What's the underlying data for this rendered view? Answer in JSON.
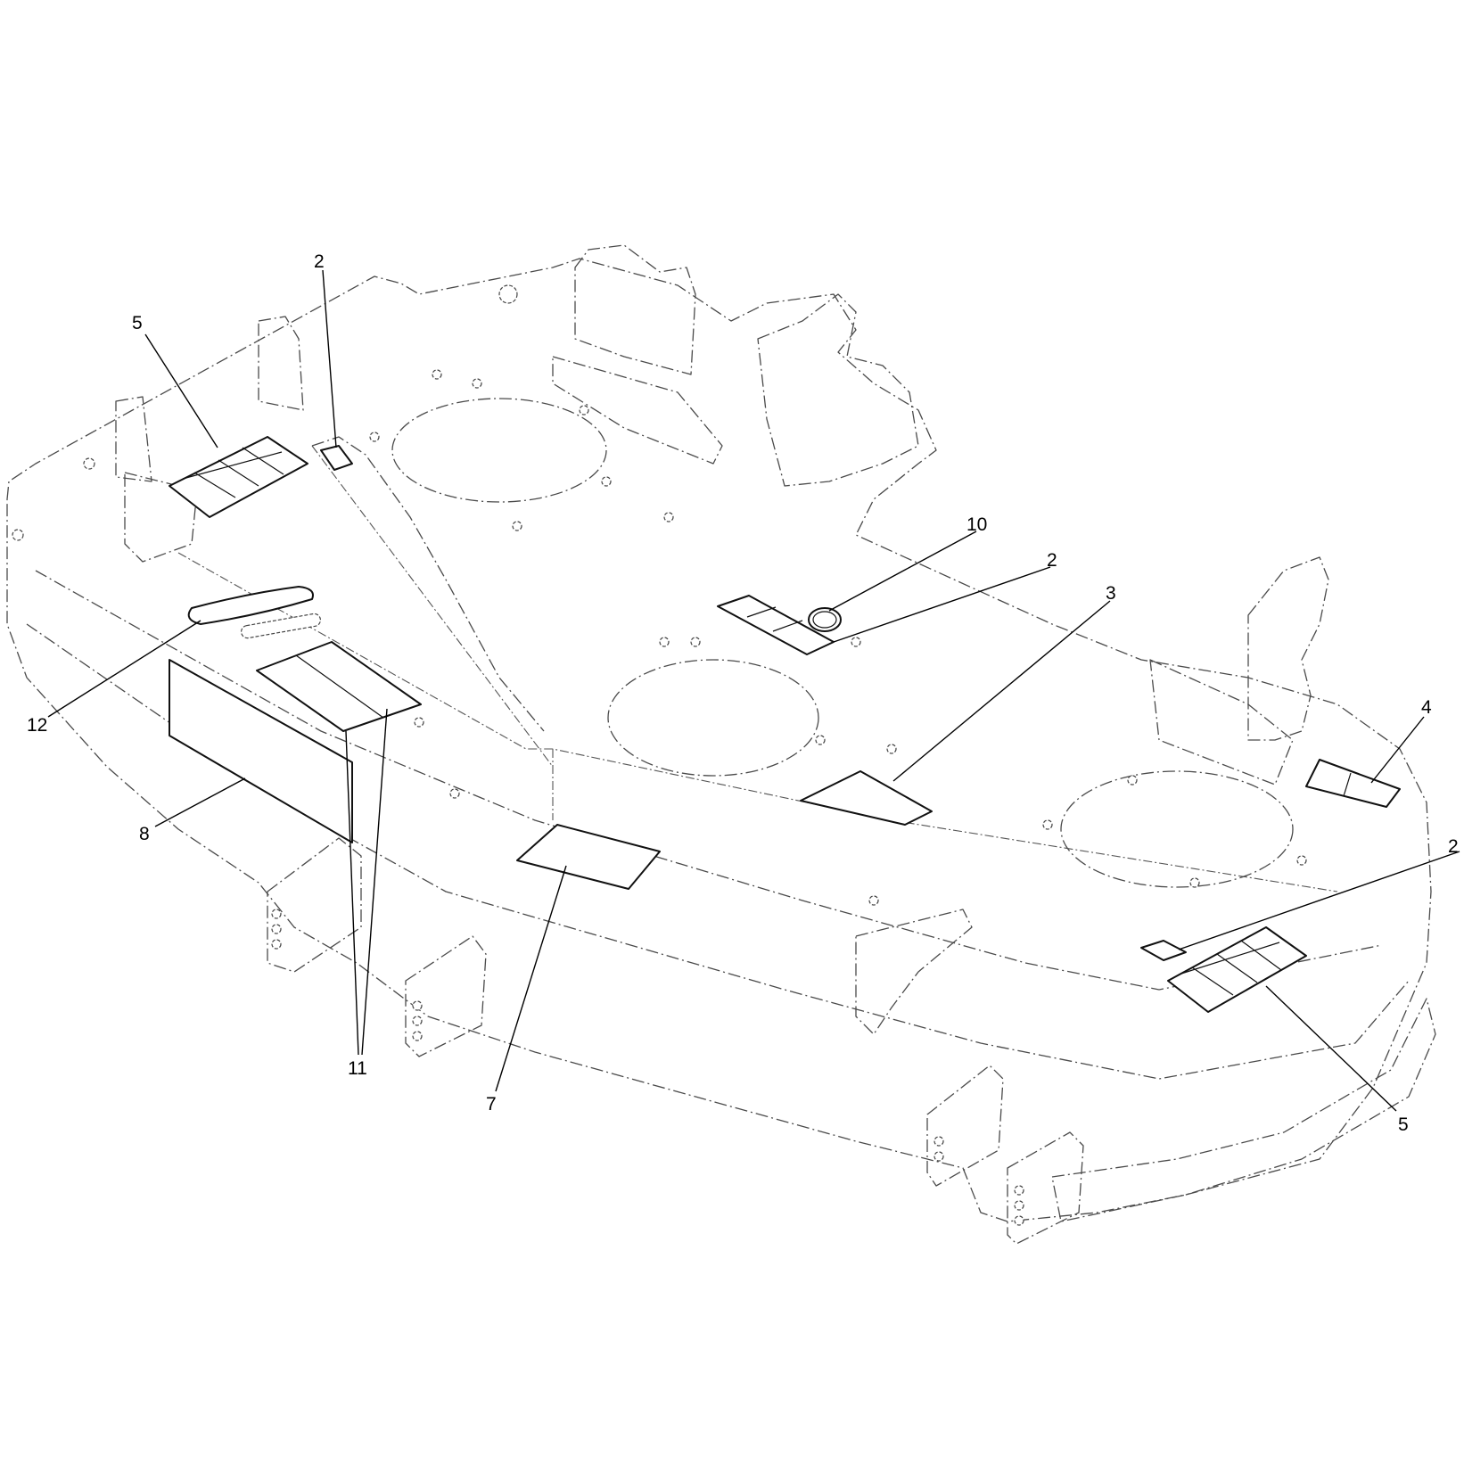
{
  "callouts": [
    {
      "id": "c2a",
      "label": "2"
    },
    {
      "id": "c5a",
      "label": "5"
    },
    {
      "id": "c10",
      "label": "10"
    },
    {
      "id": "c2b",
      "label": "2"
    },
    {
      "id": "c3",
      "label": "3"
    },
    {
      "id": "c4",
      "label": "4"
    },
    {
      "id": "c12",
      "label": "12"
    },
    {
      "id": "c8",
      "label": "8"
    },
    {
      "id": "c2c",
      "label": "2"
    },
    {
      "id": "c11",
      "label": "11"
    },
    {
      "id": "c7",
      "label": "7"
    },
    {
      "id": "c5b",
      "label": "5"
    }
  ]
}
